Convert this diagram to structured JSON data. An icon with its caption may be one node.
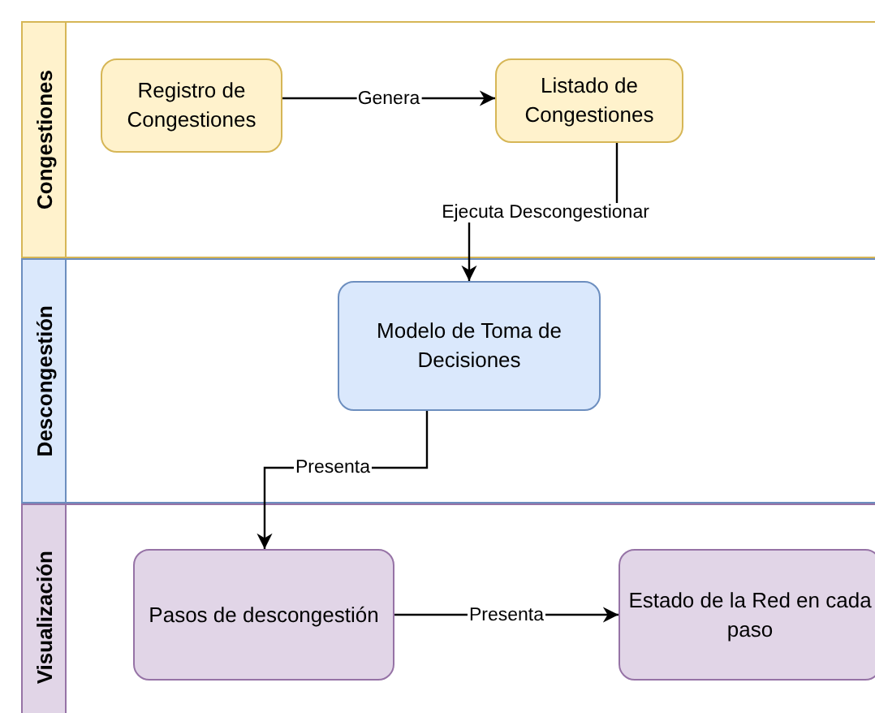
{
  "diagram": {
    "nodes": [
      {
        "text": [
          "Congestiones"
        ]
      },
      {
        "text": [
          "Registro de Congestiones"
        ],
        "in": 0
      },
      {
        "text": [
          "Listado de Congestiones"
        ],
        "in": 0
      },
      {
        "text": [
          "Descongestión"
        ]
      },
      {
        "text": [
          "Modelo de Toma de Decisiones"
        ],
        "in": 3
      },
      {
        "text": [
          "Visualización"
        ]
      },
      {
        "text": [
          "Pasos de descongestión"
        ],
        "in": 5
      },
      {
        "text": [
          "Estado de la Red en cada paso"
        ],
        "in": 5
      }
    ],
    "edges": [
      {
        "from": 1,
        "to": 2,
        "arrow": "to",
        "label": "Genera"
      },
      {
        "from": 2,
        "to": 4,
        "arrow": "to",
        "label": "Ejecuta Descongestionar"
      },
      {
        "from": 4,
        "to": 6,
        "arrow": "to",
        "label": "Presenta"
      },
      {
        "from": 6,
        "to": 7,
        "arrow": "to",
        "label": "Presenta"
      }
    ]
  }
}
